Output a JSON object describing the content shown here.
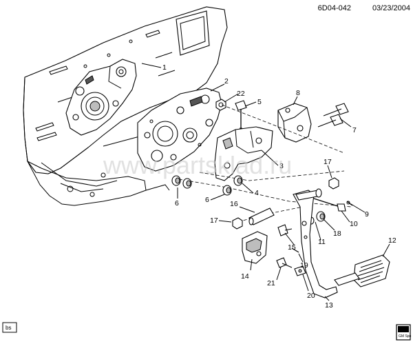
{
  "header": {
    "code": "6D04-042",
    "date": "03/23/2004"
  },
  "watermark": "www.partsklad.ru",
  "footer": {
    "left_tag": "bs",
    "logo_text": "GM Spo"
  },
  "callouts": [
    "1",
    "2",
    "3",
    "4",
    "5",
    "6",
    "6",
    "7",
    "8",
    "9",
    "10",
    "11",
    "12",
    "13",
    "14",
    "15",
    "16",
    "17",
    "17",
    "18",
    "19",
    "20",
    "21",
    "22"
  ]
}
